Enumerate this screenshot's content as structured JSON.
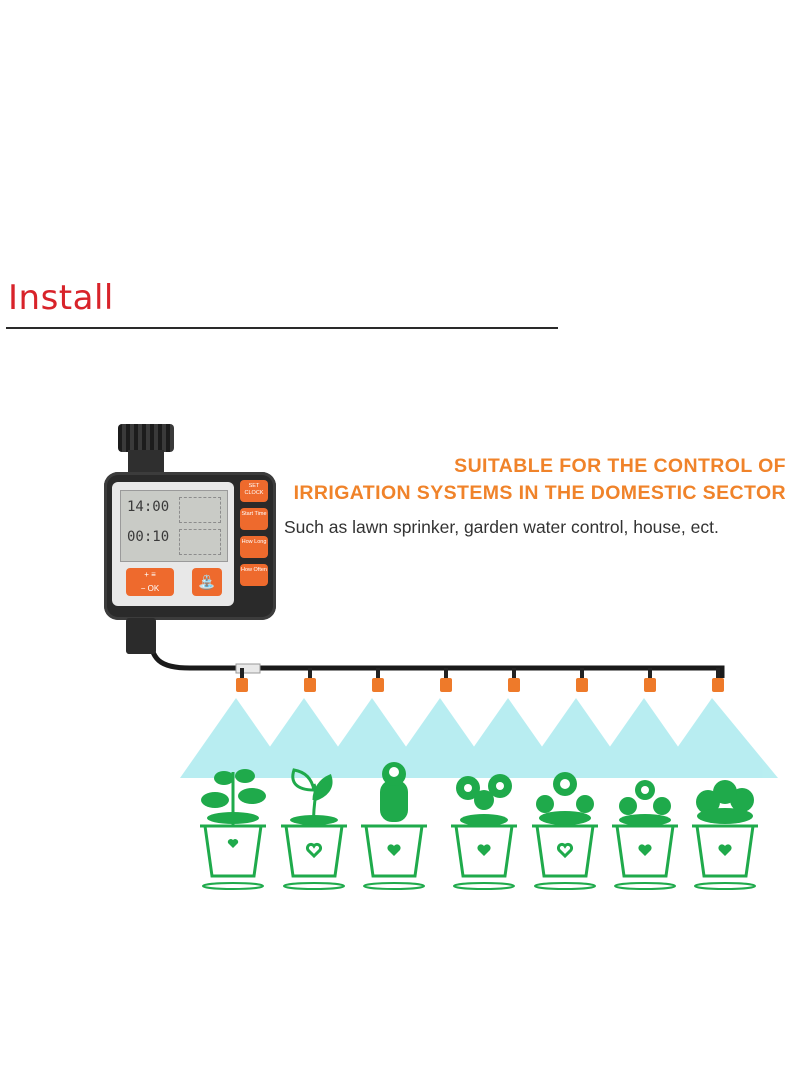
{
  "section": {
    "title": "Install"
  },
  "headline": {
    "line1": "SUITABLE  FOR  THE CONTROL OF",
    "line2": "IRRIGATION SYSTEMS IN THE DOMESTIC SECTOR"
  },
  "subline": "Such as lawn sprinker, garden water control, house, ect.",
  "device": {
    "lcd_time_1": "14:00",
    "lcd_time_2": "00:10",
    "btn_plus_minus": "+  ≡\n−  OK",
    "side_buttons": [
      "SET CLOCK",
      "Start Time",
      "How Long",
      "How Often"
    ]
  },
  "colors": {
    "title_red": "#d8232a",
    "accent_orange": "#f0832a",
    "spray_cyan": "#7fe0e6",
    "plant_green": "#1faa4b"
  },
  "plants": [
    {
      "icon": "leafy-plant-icon"
    },
    {
      "icon": "sprout-outline-icon"
    },
    {
      "icon": "cactus-icon"
    },
    {
      "icon": "flower-bush-icon"
    },
    {
      "icon": "flower-icon"
    },
    {
      "icon": "daisy-icon"
    },
    {
      "icon": "round-bush-icon"
    }
  ]
}
